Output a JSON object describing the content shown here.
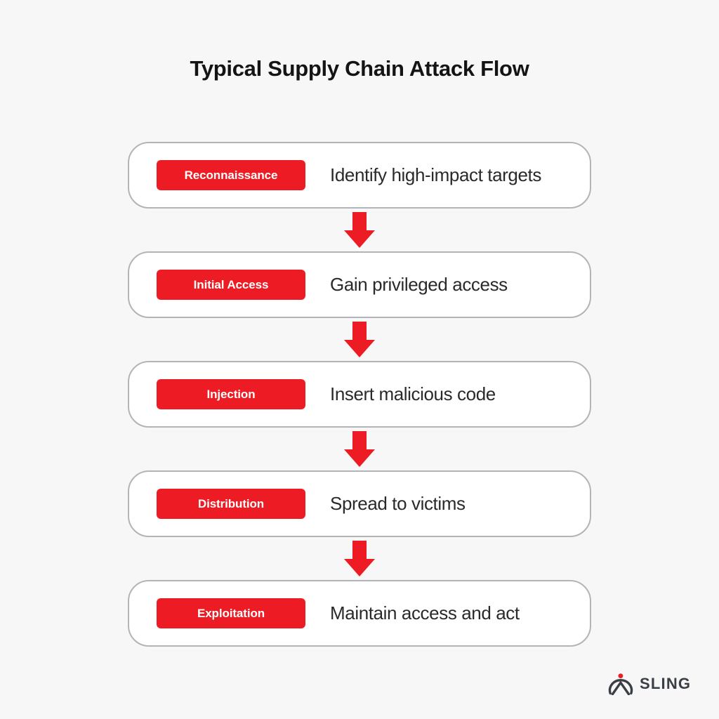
{
  "page": {
    "background_color": "#f7f7f7",
    "title": "Typical Supply Chain Attack Flow"
  },
  "theme": {
    "accent_red": "#ed1c24",
    "card_border": "#b2b4b7",
    "card_background": "#ffffff",
    "title_color": "#141414",
    "description_color": "#2a2a2a",
    "badge_text_color": "#ffffff",
    "logo_color": "#3a3f45"
  },
  "flow": {
    "connector_icon": "down-arrow-icon",
    "steps": [
      {
        "badge": "Reconnaissance",
        "description": "Identify high-impact targets"
      },
      {
        "badge": "Initial Access",
        "description": "Gain privileged access"
      },
      {
        "badge": "Injection",
        "description": "Insert malicious code"
      },
      {
        "badge": "Distribution",
        "description": "Spread to victims"
      },
      {
        "badge": "Exploitation",
        "description": "Maintain access and act"
      }
    ]
  },
  "logo": {
    "mark_icon": "sling-arc-peak-icon",
    "dot_color": "#ed1c24",
    "wordmark": "SLING"
  }
}
